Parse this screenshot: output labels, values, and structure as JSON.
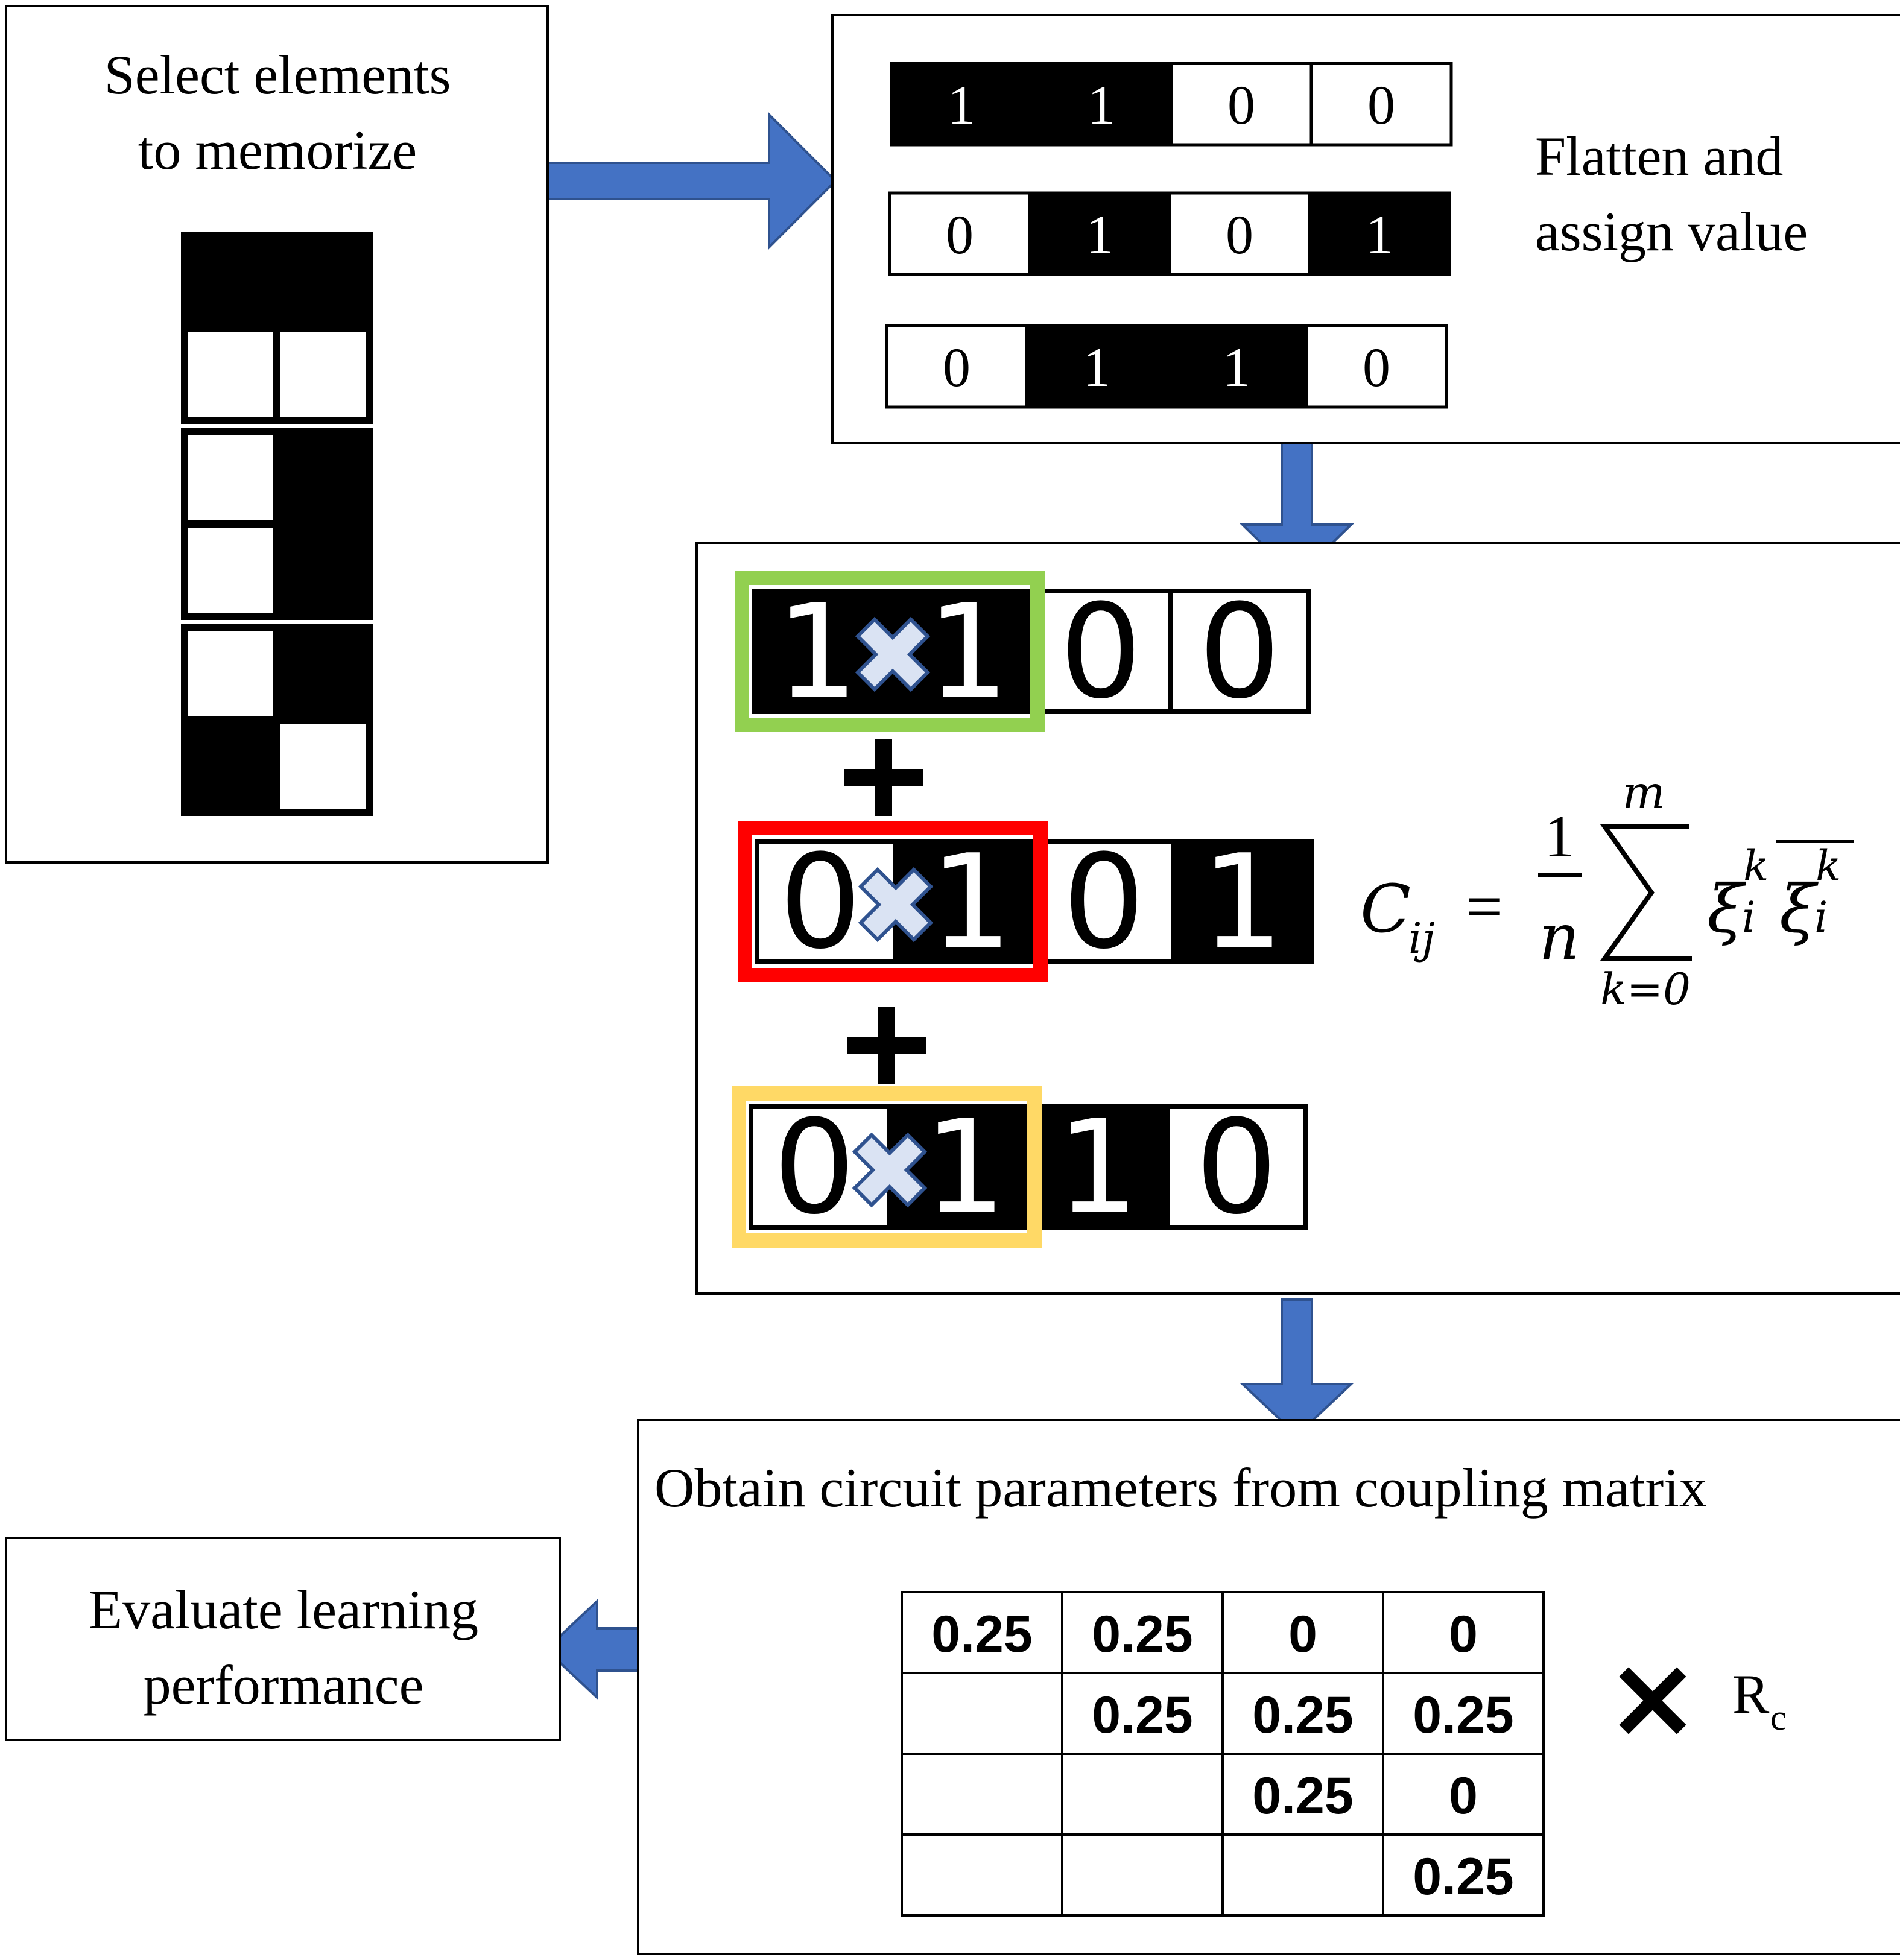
{
  "panel_select": {
    "text_line1": "Select elements",
    "text_line2": "to memorize"
  },
  "patterns": [
    [
      [
        1,
        1
      ],
      [
        0,
        0
      ]
    ],
    [
      [
        0,
        1
      ],
      [
        0,
        1
      ]
    ],
    [
      [
        0,
        1
      ],
      [
        1,
        0
      ]
    ]
  ],
  "panel_flatten": {
    "rows": [
      [
        1,
        1,
        0,
        0
      ],
      [
        0,
        1,
        0,
        1
      ],
      [
        0,
        1,
        1,
        0
      ]
    ],
    "label_line1": "Flatten and",
    "label_line2": "assign value"
  },
  "panel_multiply": {
    "rows": [
      [
        1,
        1,
        0,
        0
      ],
      [
        0,
        1,
        0,
        1
      ],
      [
        0,
        1,
        1,
        0
      ]
    ],
    "highlight_colors": [
      "#92d050",
      "#ff0000",
      "#ffd966"
    ],
    "plus_symbol": "+",
    "times_symbol": "×",
    "formula": {
      "lhs": "C",
      "lhs_sub": "ij",
      "equals": "=",
      "frac_num": "1",
      "frac_den": "n",
      "sum_upper": "m",
      "sum_lower": "k=0",
      "xi": "ξ",
      "sup": "k",
      "sub": "i"
    }
  },
  "panel_obtain": {
    "title": "Obtain circuit parameters from coupling matrix",
    "matrix": [
      [
        "0.25",
        "0.25",
        "0",
        "0"
      ],
      [
        "",
        "0.25",
        "0.25",
        "0.25"
      ],
      [
        "",
        "",
        "0.25",
        "0"
      ],
      [
        "",
        "",
        "",
        "0.25"
      ]
    ],
    "times_symbol": "✕",
    "rc_label": "R",
    "rc_sub": "c"
  },
  "panel_evaluate": {
    "text_line1": "Evaluate learning",
    "text_line2": "performance"
  },
  "colors": {
    "arrow_fill": "#4472c4",
    "arrow_stroke": "#2f528f",
    "cross_fill": "#dae3f3",
    "cross_stroke": "#2f528f"
  }
}
